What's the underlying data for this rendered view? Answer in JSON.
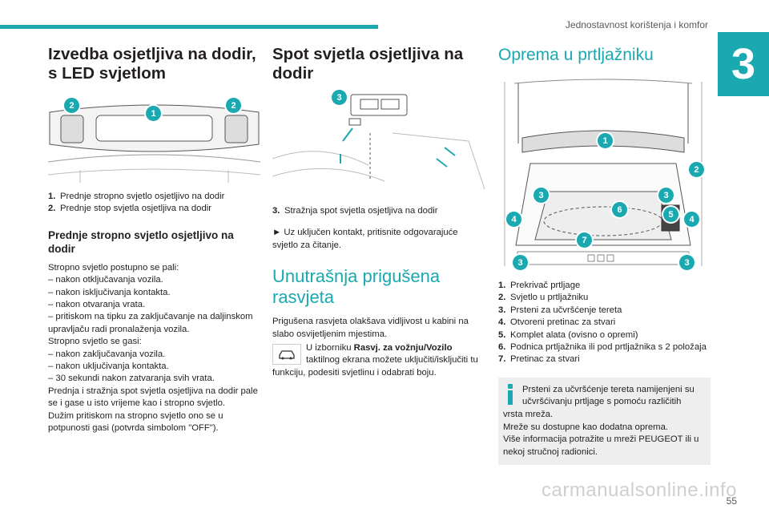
{
  "header": {
    "section_title": "Jednostavnost korištenja i komfor",
    "chapter_number": "3"
  },
  "page_number": "55",
  "watermark": "carmanualsonline.info",
  "col1": {
    "title": "Izvedba osjetljiva na dodir, s LED svjetlom",
    "figure_badges": [
      "2",
      "1",
      "2"
    ],
    "legend": [
      {
        "num": "1.",
        "text": "Prednje stropno svjetlo osjetljivo na dodir"
      },
      {
        "num": "2.",
        "text": "Prednje stop svjetla osjetljiva na dodir"
      }
    ],
    "subtitle": "Prednje stropno svjetlo osjetljivo na dodir",
    "body": [
      "Stropno svjetlo postupno se pali:",
      "– nakon otključavanja vozila.",
      "– nakon isključivanja kontakta.",
      "– nakon otvaranja vrata.",
      "– pritiskom na tipku za zaključavanje na daljinskom upravljaču radi pronalaženja vozila.",
      "Stropno svjetlo se gasi:",
      "– nakon zaključavanja vozila.",
      "– nakon uključivanja kontakta.",
      "– 30 sekundi nakon zatvaranja svih vrata.",
      "Prednja i stražnja spot svjetla osjetljiva na dodir pale se i gase u isto vrijeme kao i stropno svjetlo.",
      "Dužim pritiskom na stropno svjetlo ono se u potpunosti gasi (potvrda simbolom \"OFF\")."
    ]
  },
  "col2": {
    "title": "Spot svjetla osjetljiva na dodir",
    "figure_badge": "3",
    "legend": [
      {
        "num": "3.",
        "text": "Stražnja spot svjetla osjetljiva na dodir"
      }
    ],
    "instruction": "► Uz uključen kontakt, pritisnite odgovarajuće svjetlo za čitanje.",
    "title2": "Unutrašnja prigušena rasvjeta",
    "body1": "Prigušena rasvjeta olakšava vidljivost u kabini na slabo osvijetljenim mjestima.",
    "menu_text_pre": "U izborniku ",
    "menu_text_bold": "Rasvj. za vožnju/Vozilo",
    "menu_text_post": " taktilnog ekrana možete uključiti/isključiti tu funkciju, podesiti svjetlinu i odabrati boju."
  },
  "col3": {
    "title": "Oprema u prtljažniku",
    "figure_badges": [
      "1",
      "2",
      "3",
      "3",
      "6",
      "5",
      "4",
      "4",
      "7",
      "3",
      "3"
    ],
    "legend": [
      {
        "num": "1.",
        "text": "Prekrivač prtljage"
      },
      {
        "num": "2.",
        "text": "Svjetlo u prtljažniku"
      },
      {
        "num": "3.",
        "text": "Prsteni za učvršćenje tereta"
      },
      {
        "num": "4.",
        "text": "Otvoreni pretinac za stvari"
      },
      {
        "num": "5.",
        "text": "Komplet alata (ovisno o opremi)"
      },
      {
        "num": "6.",
        "text": "Podnica prtljažnika ili pod prtljažnika s 2 položaja"
      },
      {
        "num": "7.",
        "text": "Pretinac za stvari"
      }
    ],
    "info": [
      "Prsteni za učvršćenje tereta namijenjeni su učvršćivanju prtljage s pomoću različitih vrsta mreža.",
      "Mreže su dostupne kao dodatna oprema.",
      "Više informacija potražite u mreži PEUGEOT ili u nekoj stručnoj radionici."
    ]
  }
}
